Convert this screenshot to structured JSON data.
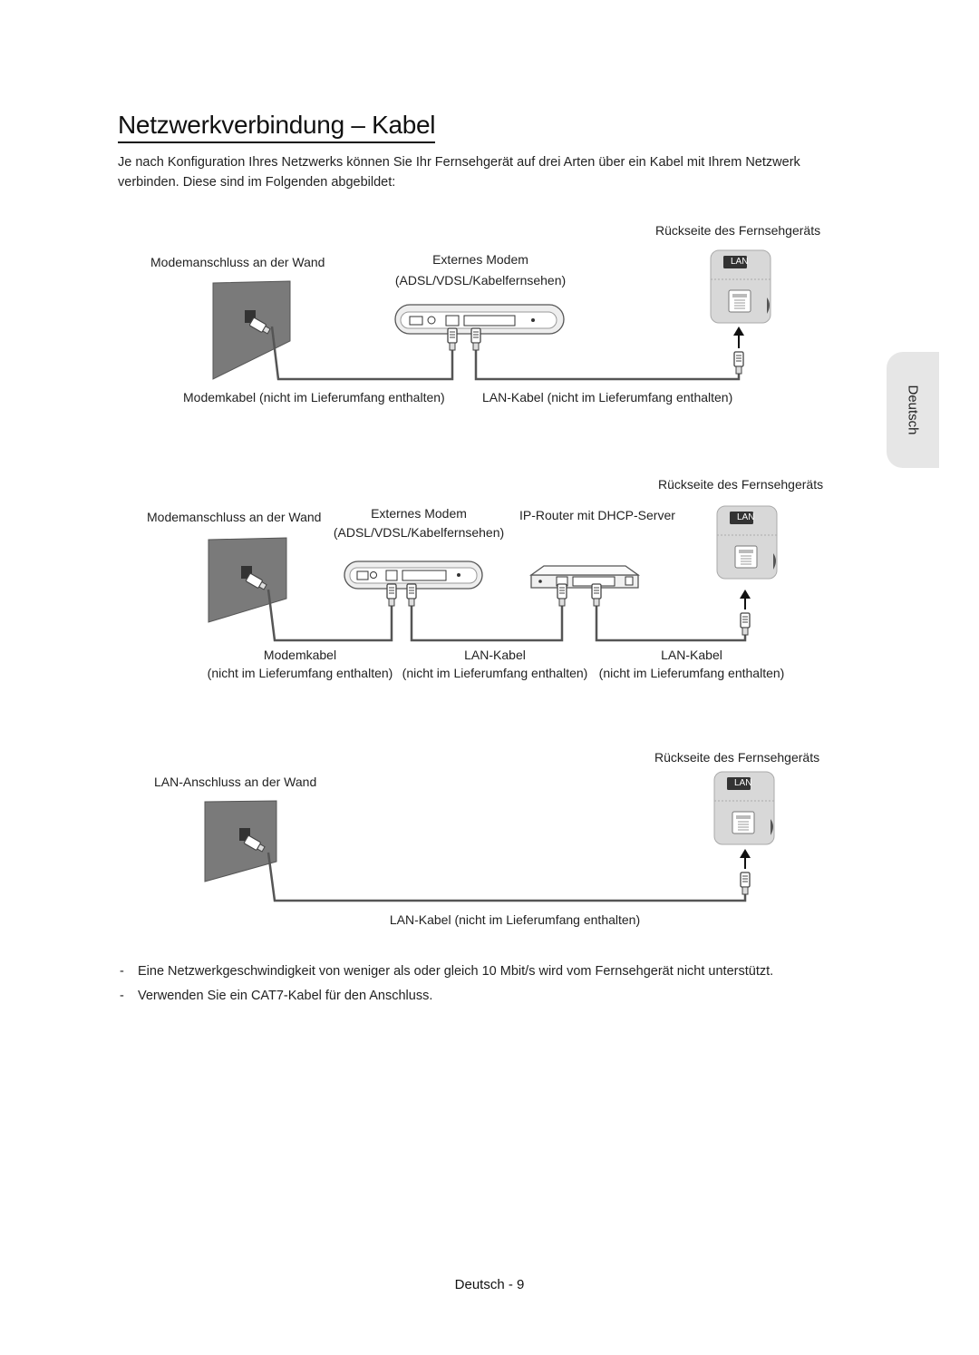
{
  "title": "Netzwerkverbindung – Kabel",
  "intro": "Je nach Konfiguration Ihres Netzwerks können Sie Ihr Fernsehgerät auf drei Arten über ein Kabel mit Ihrem Netzwerk verbinden. Diese sind im Folgenden abgebildet:",
  "side_tab": "Deutsch",
  "diagram1": {
    "tv_back": "Rückseite des Fernsehgeräts",
    "wall": "Modemanschluss an der Wand",
    "modem": "Externes Modem",
    "modem_sub": "(ADSL/VDSL/Kabelfernsehen)",
    "lan_badge": "LAN",
    "modem_cable": "Modemkabel (nicht im Lieferumfang enthalten)",
    "lan_cable": "LAN-Kabel (nicht im Lieferumfang enthalten)"
  },
  "diagram2": {
    "tv_back": "Rückseite des Fernsehgeräts",
    "wall": "Modemanschluss an der Wand",
    "modem": "Externes Modem",
    "modem_sub": "(ADSL/VDSL/Kabelfernsehen)",
    "router": "IP-Router mit DHCP-Server",
    "lan_badge": "LAN",
    "cable1": "Modemkabel",
    "cable1_sub": "(nicht im Lieferumfang enthalten)",
    "cable2": "LAN-Kabel",
    "cable2_sub": "(nicht im Lieferumfang enthalten)",
    "cable3": "LAN-Kabel",
    "cable3_sub": "(nicht im Lieferumfang enthalten)"
  },
  "diagram3": {
    "tv_back": "Rückseite des Fernsehgeräts",
    "wall": "LAN-Anschluss an der Wand",
    "lan_badge": "LAN",
    "lan_cable": "LAN-Kabel (nicht im Lieferumfang enthalten)"
  },
  "notes": [
    "Eine Netzwerkgeschwindigkeit von weniger als oder gleich 10 Mbit/s wird vom Fernsehgerät nicht unterstützt.",
    "Verwenden Sie ein CAT7-Kabel für den Anschluss."
  ],
  "note_dash": "-",
  "footer": "Deutsch - 9"
}
